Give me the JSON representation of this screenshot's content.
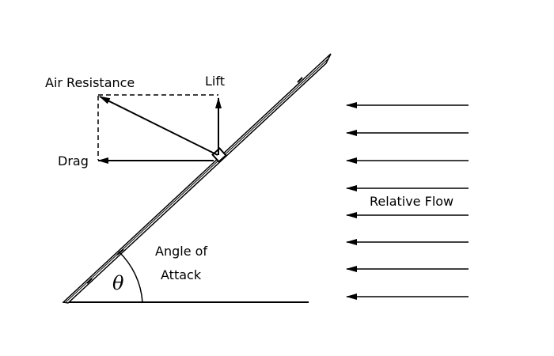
{
  "diagram": {
    "labels": {
      "air_resistance": "Air Resistance",
      "lift": "Lift",
      "drag": "Drag",
      "relative_flow": "Relative Flow",
      "angle_line1": "Angle of",
      "angle_line2": "Attack",
      "theta": "θ"
    },
    "colors": {
      "ink": "#000000",
      "background": "#ffffff"
    }
  }
}
